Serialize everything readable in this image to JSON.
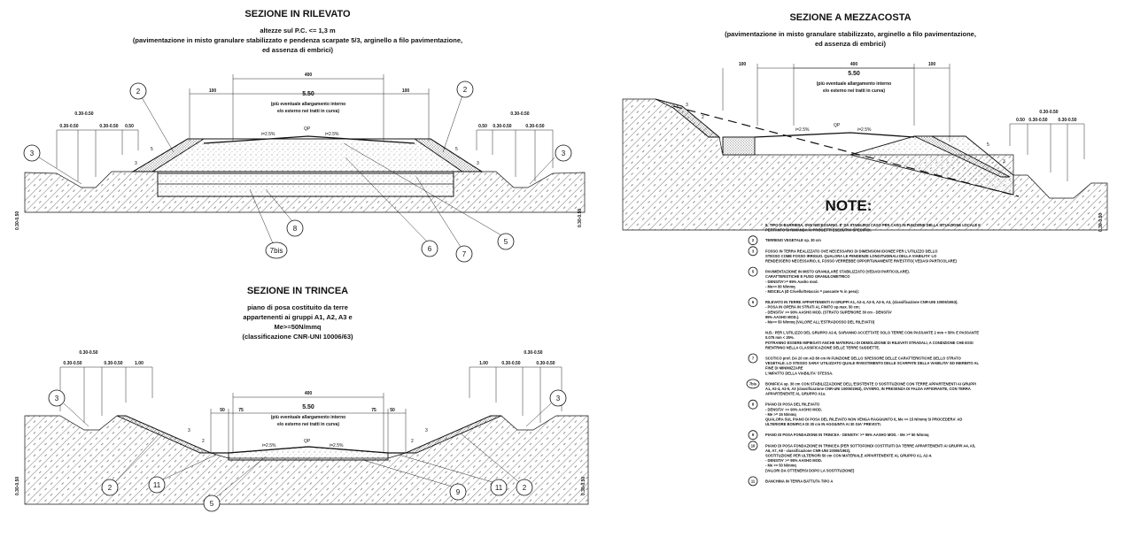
{
  "sections": {
    "rilevato": {
      "title": "SEZIONE IN RILEVATO",
      "subtitle": [
        "altezze sul P.C. <= 1,3 m",
        "(pavimentazione in misto granulare stabilizzato e pendenza scarpate 5/3, arginello a filo pavimentazione,",
        "ed assenza di embrici)"
      ],
      "dims": {
        "top": "400",
        "side": "100",
        "width": "5.50",
        "note": [
          "(più eventuale allargamento interno",
          "e/o esterno nei tratti in curva)"
        ],
        "left_group": [
          "0.30-0.50",
          "0.30-0.50",
          "0.30-0.50",
          "0.50"
        ],
        "right_group": [
          "0.30-0.50",
          "0.50",
          "0.30-0.50",
          "0.30-0.50"
        ],
        "slope": "i=2.5%",
        "axis": "QP",
        "h5": "5",
        "h3": "3"
      },
      "callouts": [
        "2",
        "2",
        "3",
        "3",
        "8",
        "7bis",
        "6",
        "7",
        "5"
      ],
      "vertical": "0.30-0.50"
    },
    "mezzacosta": {
      "title": "SEZIONE A MEZZACOSTA",
      "subtitle": [
        "(pavimentazione in misto granulare stabilizzato, arginello a filo pavimentazione,",
        "ed assenza di embrici)"
      ],
      "dims": {
        "top": "400",
        "side": "100",
        "width": "5.50",
        "note": [
          "(più eventuale allargamento interno",
          "e/o esterno nei tratti in curva)"
        ],
        "right_group": [
          "0.30-0.50",
          "0.50",
          "0.30-0.50",
          "0.30-0.50"
        ],
        "slope": "i=2.5%",
        "axis": "QP",
        "h5": "5",
        "h3": "3",
        "h2": "2"
      },
      "vertical": "0.30-0.50"
    },
    "trincea": {
      "title": "SEZIONE IN TRINCEA",
      "subtitle": [
        "piano di posa costituito da terre",
        "appartenenti ai gruppi A1, A2, A3 e",
        "Me>=50N/mmq",
        "(classificazione CNR-UNI 10006/63)"
      ],
      "dims": {
        "top": "400",
        "width": "5.50",
        "note": [
          "(più eventuale allargamento interno",
          "e/o esterno nei tratti in curva)"
        ],
        "left_group": [
          "0.30-0.50",
          "0.30-0.50",
          "0.30-0.50",
          "1.00"
        ],
        "right_group": [
          "0.30-0.50",
          "1.00",
          "0.30-0.50",
          "0.30-0.50"
        ],
        "s50": "50",
        "s75": "75",
        "slope": "i=2.5%",
        "axis": "QP",
        "h3": "3",
        "h2": "2"
      },
      "callouts": [
        "3",
        "3",
        "2",
        "2",
        "11",
        "11",
        "5",
        "9"
      ],
      "vertical": "0.30-0.50"
    }
  },
  "notes": {
    "title": "NOTE:",
    "intro": [
      "IL TIPO DI BARRIERA, OVE NECESSARIO, E' DA STABILIRSI CASO PER CASO IN FUNZIONE DELLA SITUAZIONE LOCALE E",
      "PERTANTO SI RIMANDA AI PROGETTI ESECUTIVI SPECIFICI."
    ],
    "items": [
      {
        "num": "2",
        "lines": [
          "TERRENO VEGETALE sp. 30 cm"
        ]
      },
      {
        "num": "3",
        "lines": [
          "FOSSO IN TERRA REALIZZATO OVE NECESSARIO DI DIMENSIONI IDONEE PER L'UTILIZZO DELLO",
          "STESSO COME FOSSO IRRIGUO. QUALORA LE PENDENZE LONGITUDINALI DELLA VIABILITA' LO",
          "RENDESSERO NECESSARIO, IL FOSSO VERREBBE OPPORTUNAMENTE RIVESTITO( VEDASI PARTICOLARE)"
        ]
      },
      {
        "num": "5",
        "lines": [
          "PAVIMENTAZIONE IN MISTO GRANULARE STABILIZZATO (VEDASI PARTICOLARE).",
          "CARATTERISTICHE E FUSO GRANULOMETRICO",
          "- DENSITA'>= 95% Aasho mod.",
          "- Me>= 80 N/mmq",
          "- MISCELA (Ø Crivello/Setaccio = passante % in peso):"
        ]
      },
      {
        "num": "6",
        "lines": [
          "RILEVATO IN TERRE APPARTENENTI AI GRUPPI A1, A2-4, A2-5, A2-6, A3, (classificazione CNR-UNI 10006/1963).",
          "- POSA IN OPERA IN STRATI AL FINITO sp.max. 50 cm;",
          "- DENSITA' >= 90% AASHO MOD. (STRATO SUPERIORE 30 cm - DENSITA'",
          "95% AASHO MOD.).",
          "- Me>= 50 N/mmq (VALORE ALL'ESTRADOSSO DEL RILEVATO)"
        ]
      },
      {
        "num": "",
        "lines": [
          "N.B.: PER L'UTILIZZO DEL GRUPPO A2-6, SARANNO ACCETTATE SOLO TERRE CON PASSANTE 2 mm < 50% E PASSANTE",
          "0.075 mm < 25%.",
          "POTRANNO ESSERE IMPIEGATI ANCHE MATERIALI DI DEMOLIZIONE DI RILEVATI STRADALI, A CONDIZIONE CHE ESSI",
          "RIENTRINO NELLA CLASSIFICAZIONE DELLE TERRE SUDDETTE."
        ]
      },
      {
        "num": "7",
        "lines": [
          "SCOTICO prof. DA 20 cm AD 80 cm IN FUNZIONE DELLO SPESSORE DELLE CARATTERISTICHE DELLO STRATO",
          "VEGETALE. LO STESSO SARA' UTILIZZATO QUALE RIVESTIMENTO DELLE SCARPATE DELLA VIABILITA' ED INERBITO AL",
          "FINE DI MINIMIZZARE",
          "L'IMPATTO DELLA VIABILITA' STESSA."
        ]
      },
      {
        "num": "7bis",
        "lines": [
          "BONIFICA sp. 30 cm CON STABILIZZAZIONE DELL'ESISTENTE O SOSTITUZIONE CON TERRE APPARTENENTI AI GRUPPI",
          "A1, A2-4, A2-5, A3 (classificazione CNR-UNI 10006/1963), OVVERO, IN PRESENZA DI FALDA AFFIORANTE, CON TERRA",
          "APPARTENENTE AL GRUPPO A1a."
        ]
      },
      {
        "num": "8",
        "lines": [
          "PIANO DI POSA DEL RILEVATO",
          "- DENSITA' >= 90% AASHO MOD.",
          "- Me >= 15 N/mmq",
          "QUALORA SUL PIANO DI POSA DEL RILEVATO NON VENGA RAGGIUNTO IL Me >= 15 N/mmq SI PROCEDERA' AD",
          "ULTERIORE BONIFICA DI 30 cm IN AGGIUNTA AI 30 GIA' PREVISTI."
        ]
      },
      {
        "num": "9",
        "lines": [
          "PIANO DI POSA FONDAZIONE IN TRINCEA - DENSITA' >= 95% AASHO MOD. - Me >= 50 N/mmq"
        ]
      },
      {
        "num": "10",
        "lines": [
          "PIANO DI POSA FONDAZIONE IN TRINCEA (PER SOTTOFONDI COSTITUITI DA TERRE APPARTENENTI AI GRUPPI A4, A5,",
          "A6, A7, A8 - classificazione CNR-UNI 10006/1963).",
          "SOSTITUZIONE PER ULTERIORI 50 cm CON MATERIALE APPARTENENTE AL GRUPPO A1, A2-4.",
          "- DENSITA' >= 95% AASHO MOD.",
          "- Me >= 50 N/mmq",
          "(VALORI DA OTTENERSI DOPO LA SOSTITUZIONE)"
        ]
      },
      {
        "num": "11",
        "lines": [
          "BANCHINA IN TERRA BATTUTA TIPO A"
        ]
      }
    ]
  }
}
